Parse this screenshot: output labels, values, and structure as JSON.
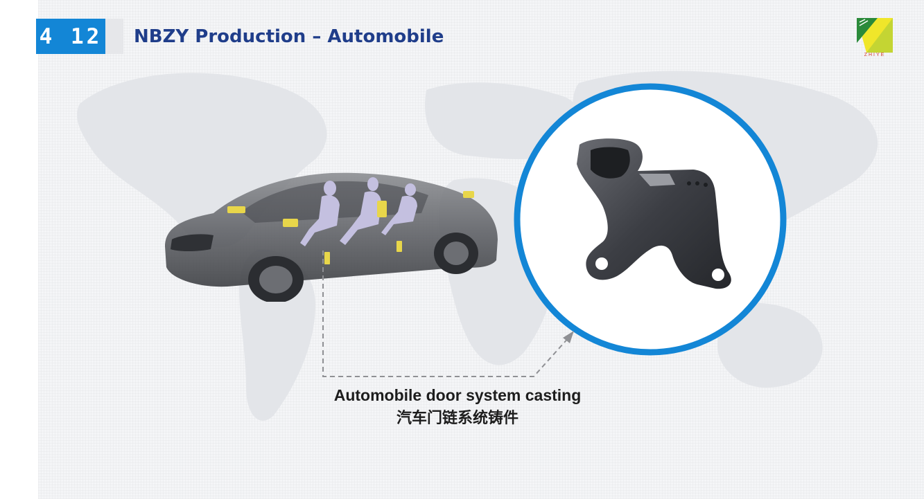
{
  "header": {
    "page_number": "4 12",
    "title": "NBZY Production – Automobile"
  },
  "logo": {
    "text": "ZHIYE",
    "colors": [
      "#2a8a3a",
      "#f0e62a",
      "#d23a2a"
    ]
  },
  "captions": {
    "english": "Automobile door  system casting",
    "chinese": "汽车门链系统铸件"
  },
  "colors": {
    "accent_blue": "#1386d6",
    "title_blue": "#1f3d8a",
    "highlight_yellow": "#e8d64a",
    "dummy_lavender": "#c4c0e0"
  }
}
